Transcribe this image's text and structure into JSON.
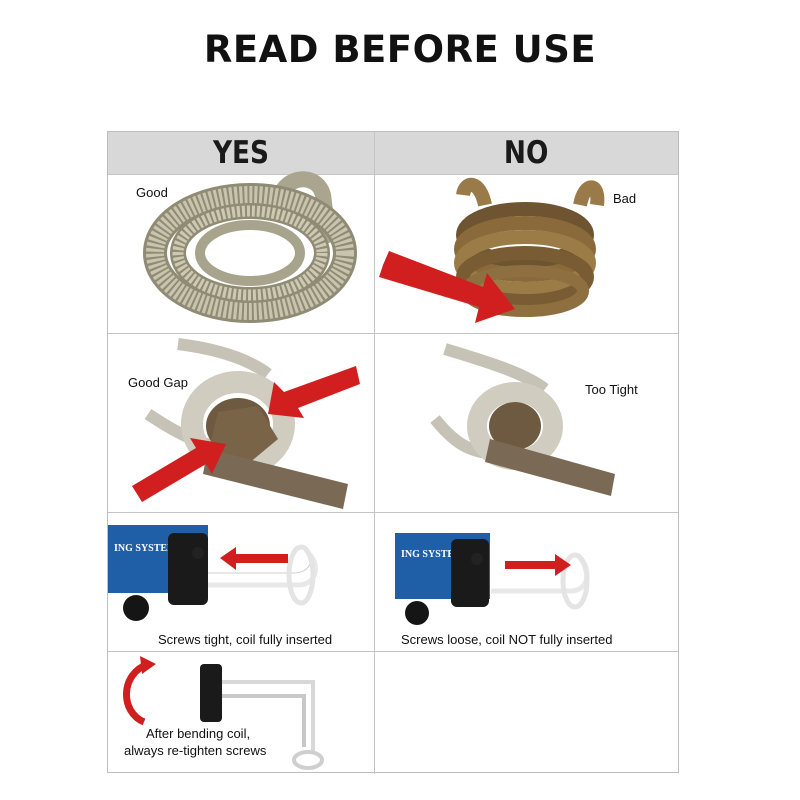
{
  "title": "READ BEFORE USE",
  "columns": {
    "yes": "YES",
    "no": "NO"
  },
  "rows": [
    {
      "yes_label": "Good",
      "no_label": "Bad"
    },
    {
      "yes_label": "Good Gap",
      "no_label": "Too Tight"
    },
    {
      "yes_caption": "Screws tight, coil fully inserted",
      "no_caption": "Screws loose, coil NOT fully inserted",
      "device_text": "ING SYSTEM"
    },
    {
      "yes_caption_line1": "After bending coil,",
      "yes_caption_line2": "always re-tighten screws"
    }
  ],
  "colors": {
    "arrow": "#d11f1f",
    "header_bg": "#d8d8d8",
    "device_blue": "#1f5fa8",
    "coil_good": "#b9b59e",
    "coil_bad": "#8a6a3a"
  }
}
